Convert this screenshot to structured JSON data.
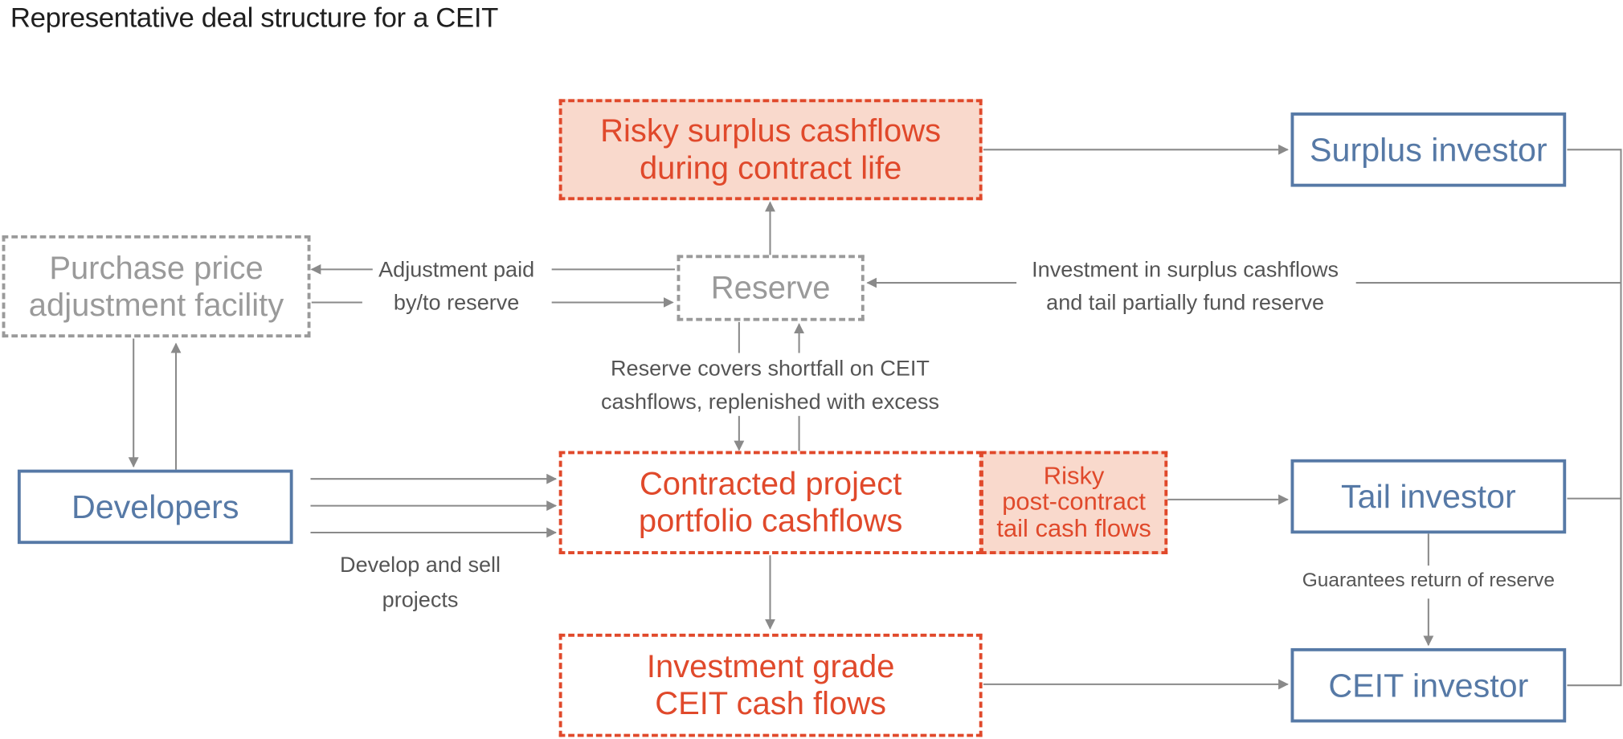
{
  "title": "Representative deal structure for a CEIT",
  "nodes": {
    "risky_surplus": {
      "lines": [
        "Risky surplus cashflows",
        "during contract life"
      ]
    },
    "surplus_investor": {
      "lines": [
        "Surplus investor"
      ]
    },
    "purchase_price": {
      "lines": [
        "Purchase price",
        "adjustment facility"
      ]
    },
    "reserve": {
      "lines": [
        "Reserve"
      ]
    },
    "developers": {
      "lines": [
        "Developers"
      ]
    },
    "contracted": {
      "lines": [
        "Contracted project",
        "portfolio cashflows"
      ]
    },
    "risky_tail": {
      "lines": [
        "Risky",
        "post-contract",
        "tail cash flows"
      ]
    },
    "tail_investor": {
      "lines": [
        "Tail investor"
      ]
    },
    "investment_grade": {
      "lines": [
        "Investment grade",
        "CEIT cash flows"
      ]
    },
    "ceit_investor": {
      "lines": [
        "CEIT investor"
      ]
    }
  },
  "edge_labels": {
    "adjustment": [
      "Adjustment paid",
      "by/to reserve"
    ],
    "investment_surplus": [
      "Investment in surplus cashflows",
      "and tail partially fund reserve"
    ],
    "reserve_covers": [
      "Reserve covers shortfall on CEIT",
      "cashflows, replenished with excess"
    ],
    "develop_sell": [
      "Develop and sell",
      "projects"
    ],
    "guarantees": [
      "Guarantees return of reserve"
    ]
  },
  "colors": {
    "orange": "#e0492b",
    "orange_fill": "#f9d9cc",
    "gray": "#9a9a9a",
    "blue": "#5679a6",
    "arrow": "#8a8a8a"
  }
}
